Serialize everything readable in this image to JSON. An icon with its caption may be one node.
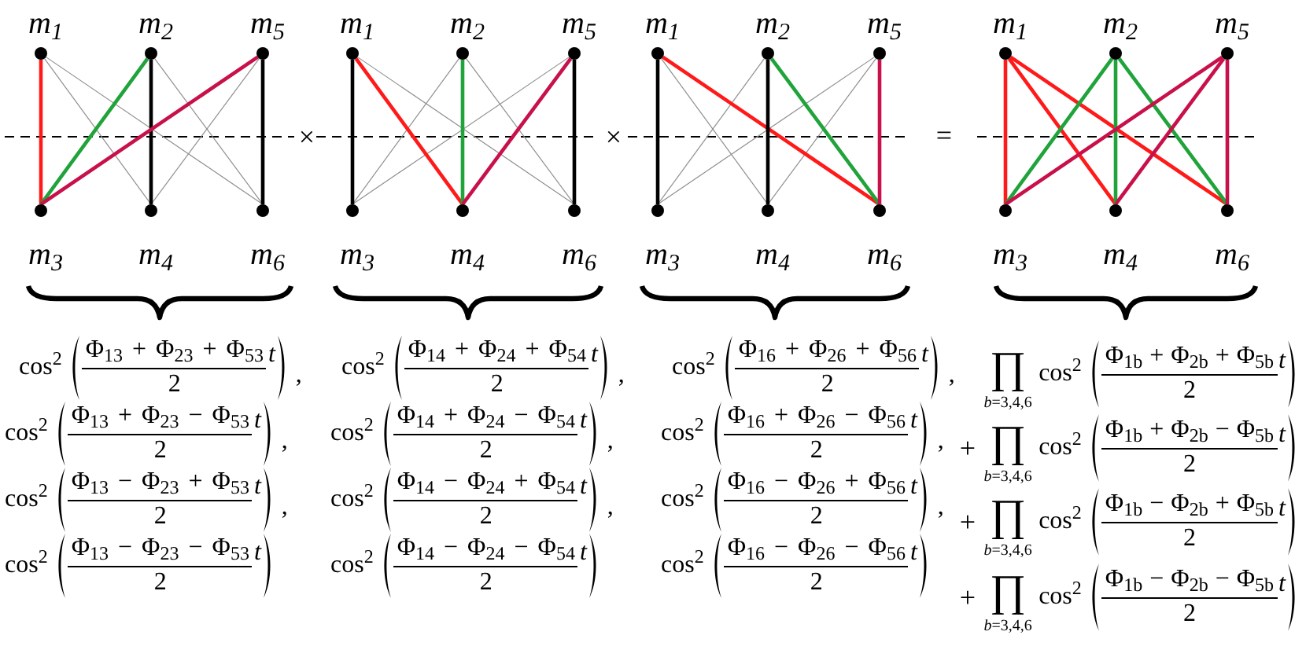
{
  "diagram": {
    "nodes": [
      {
        "text": [],
        "shape": "circle",
        "beside": [
          "m$_{1}$"
        ]
      },
      {
        "text": [],
        "shape": "circle",
        "beside": [
          "m$_{2}$"
        ]
      },
      {
        "text": [],
        "shape": "circle",
        "beside": [
          "m$_{5}$"
        ]
      },
      {
        "text": [],
        "shape": "circle",
        "beside": [
          "m$_{3}$"
        ]
      },
      {
        "text": [],
        "shape": "circle",
        "beside": [
          "m$_{4}$"
        ]
      },
      {
        "text": [],
        "shape": "circle",
        "beside": [
          "m$_{6}$"
        ]
      },
      {
        "text": [],
        "shape": "circle",
        "beside": [
          "m$_{1}$"
        ]
      },
      {
        "text": [],
        "shape": "circle",
        "beside": [
          "m$_{2}$"
        ]
      },
      {
        "text": [],
        "shape": "circle",
        "beside": [
          "m$_{5}$"
        ]
      },
      {
        "text": [],
        "shape": "circle",
        "beside": [
          "m$_{3}$"
        ]
      },
      {
        "text": [],
        "shape": "circle",
        "beside": [
          "m$_{4}$"
        ]
      },
      {
        "text": [],
        "shape": "circle",
        "beside": [
          "m$_{6}$"
        ]
      },
      {
        "text": [],
        "shape": "circle",
        "beside": [
          "m$_{1}$"
        ]
      },
      {
        "text": [],
        "shape": "circle",
        "beside": [
          "m$_{2}$"
        ]
      },
      {
        "text": [],
        "shape": "circle",
        "beside": [
          "m$_{5}$"
        ]
      },
      {
        "text": [],
        "shape": "circle",
        "beside": [
          "m$_{3}$"
        ]
      },
      {
        "text": [],
        "shape": "circle",
        "beside": [
          "m$_{4}$"
        ]
      },
      {
        "text": [],
        "shape": "circle",
        "beside": [
          "m$_{6}$"
        ]
      },
      {
        "text": [],
        "shape": "circle",
        "beside": [
          "m$_{1}$"
        ]
      },
      {
        "text": [],
        "shape": "circle",
        "beside": [
          "m$_{2}$"
        ]
      },
      {
        "text": [],
        "shape": "circle",
        "beside": [
          "m$_{5}$"
        ]
      },
      {
        "text": [],
        "shape": "circle",
        "beside": [
          "m$_{3}$"
        ]
      },
      {
        "text": [],
        "shape": "circle",
        "beside": [
          "m$_{4}$"
        ]
      },
      {
        "text": [],
        "shape": "circle",
        "beside": [
          "m$_{6}$"
        ]
      }
    ],
    "edges": [
      {
        "from": 0,
        "to": 3,
        "arrow": "none",
        "color": "#ff1a1a"
      },
      {
        "from": 0,
        "to": 4,
        "arrow": "none"
      },
      {
        "from": 0,
        "to": 5,
        "arrow": "none"
      },
      {
        "from": 1,
        "to": 3,
        "arrow": "none",
        "color": "#1fa33a"
      },
      {
        "from": 1,
        "to": 4,
        "arrow": "none",
        "color": "#000000"
      },
      {
        "from": 1,
        "to": 5,
        "arrow": "none"
      },
      {
        "from": 2,
        "to": 3,
        "arrow": "none",
        "color": "#c8104a"
      },
      {
        "from": 2,
        "to": 4,
        "arrow": "none"
      },
      {
        "from": 2,
        "to": 5,
        "arrow": "none",
        "color": "#000000"
      },
      {
        "from": 6,
        "to": 9,
        "arrow": "none",
        "color": "#000000"
      },
      {
        "from": 6,
        "to": 10,
        "arrow": "none",
        "color": "#ff1a1a"
      },
      {
        "from": 6,
        "to": 11,
        "arrow": "none"
      },
      {
        "from": 7,
        "to": 9,
        "arrow": "none"
      },
      {
        "from": 7,
        "to": 10,
        "arrow": "none",
        "color": "#1fa33a"
      },
      {
        "from": 7,
        "to": 11,
        "arrow": "none"
      },
      {
        "from": 8,
        "to": 9,
        "arrow": "none"
      },
      {
        "from": 8,
        "to": 10,
        "arrow": "none",
        "color": "#c8104a"
      },
      {
        "from": 8,
        "to": 11,
        "arrow": "none",
        "color": "#000000"
      },
      {
        "from": 12,
        "to": 15,
        "arrow": "none",
        "color": "#000000"
      },
      {
        "from": 12,
        "to": 16,
        "arrow": "none"
      },
      {
        "from": 12,
        "to": 17,
        "arrow": "none",
        "color": "#ff1a1a"
      },
      {
        "from": 13,
        "to": 15,
        "arrow": "none"
      },
      {
        "from": 13,
        "to": 16,
        "arrow": "none",
        "color": "#000000"
      },
      {
        "from": 13,
        "to": 17,
        "arrow": "none",
        "color": "#1fa33a"
      },
      {
        "from": 14,
        "to": 15,
        "arrow": "none"
      },
      {
        "from": 14,
        "to": 16,
        "arrow": "none"
      },
      {
        "from": 14,
        "to": 17,
        "arrow": "none",
        "color": "#c8104a"
      },
      {
        "from": 18,
        "to": 21,
        "arrow": "none",
        "color": "#ff1a1a"
      },
      {
        "from": 18,
        "to": 22,
        "arrow": "none",
        "color": "#ff1a1a"
      },
      {
        "from": 18,
        "to": 23,
        "arrow": "none",
        "color": "#ff1a1a"
      },
      {
        "from": 19,
        "to": 21,
        "arrow": "none",
        "color": "#1fa33a"
      },
      {
        "from": 19,
        "to": 22,
        "arrow": "none",
        "color": "#1fa33a"
      },
      {
        "from": 19,
        "to": 23,
        "arrow": "none",
        "color": "#1fa33a"
      },
      {
        "from": 20,
        "to": 21,
        "arrow": "none",
        "color": "#c8104a"
      },
      {
        "from": 20,
        "to": 22,
        "arrow": "none",
        "color": "#c8104a"
      },
      {
        "from": 20,
        "to": 23,
        "arrow": "none",
        "color": "#c8104a"
      }
    ],
    "labels": [
      "×",
      "×",
      "=",
      "cos$^{2}$",
      "Φ$_{13}$ + Φ$_{23}$ + Φ$_{53}$",
      "2",
      "t",
      ",",
      "cos$^{2}$",
      "Φ$_{14}$ + Φ$_{24}$ + Φ$_{54}$",
      "2",
      "t",
      ",",
      "cos$^{2}$",
      "Φ$_{16}$ + Φ$_{26}$ + Φ$_{56}$",
      "2",
      "t",
      ",",
      "∏",
      "*b*=3,4,6",
      "cos$^{2}$",
      "Φ$_{1b}$ + Φ$_{2b}$ + Φ$_{5b}$",
      "2",
      "t",
      "cos$^{2}$",
      "Φ$_{13}$ + Φ$_{23}$ − Φ$_{53}$",
      "2",
      "t",
      ",",
      "cos$^{2}$",
      "Φ$_{14}$ + Φ$_{24}$ − Φ$_{54}$",
      "2",
      "t",
      ",",
      "cos$^{2}$",
      "Φ$_{16}$ + Φ$_{26}$ − Φ$_{56}$",
      "2",
      "t",
      ",",
      "+",
      "∏",
      "*b*=3,4,6",
      "cos$^{2}$",
      "Φ$_{1b}$ + Φ$_{2b}$ − Φ$_{5b}$",
      "2",
      "t",
      "cos$^{2}$",
      "Φ$_{13}$ − Φ$_{23}$ + Φ$_{53}$",
      "2",
      "t",
      ",",
      "cos$^{2}$",
      "Φ$_{14}$ − Φ$_{24}$ + Φ$_{54}$",
      "2",
      "t",
      ",",
      "cos$^{2}$",
      "Φ$_{16}$ − Φ$_{26}$ + Φ$_{56}$",
      "2",
      "t",
      ",",
      "+",
      "∏",
      "*b*=3,4,6",
      "cos$^{2}$",
      "Φ$_{1b}$ − Φ$_{2b}$ + Φ$_{5b}$",
      "2",
      "t",
      "cos$^{2}$",
      "Φ$_{13}$ − Φ$_{23}$ − Φ$_{53}$",
      "2",
      "t",
      "cos$^{2}$",
      "Φ$_{14}$ − Φ$_{24}$ − Φ$_{54}$",
      "2",
      "t",
      "cos$^{2}$",
      "Φ$_{16}$ − Φ$_{26}$ − Φ$_{56}$",
      "2",
      "t",
      "+",
      "∏",
      "*b*=3,4,6",
      "cos$^{2}$",
      "Φ$_{1b}$ − Φ$_{2b}$ − Φ$_{5b}$",
      "2",
      "t"
    ]
  }
}
